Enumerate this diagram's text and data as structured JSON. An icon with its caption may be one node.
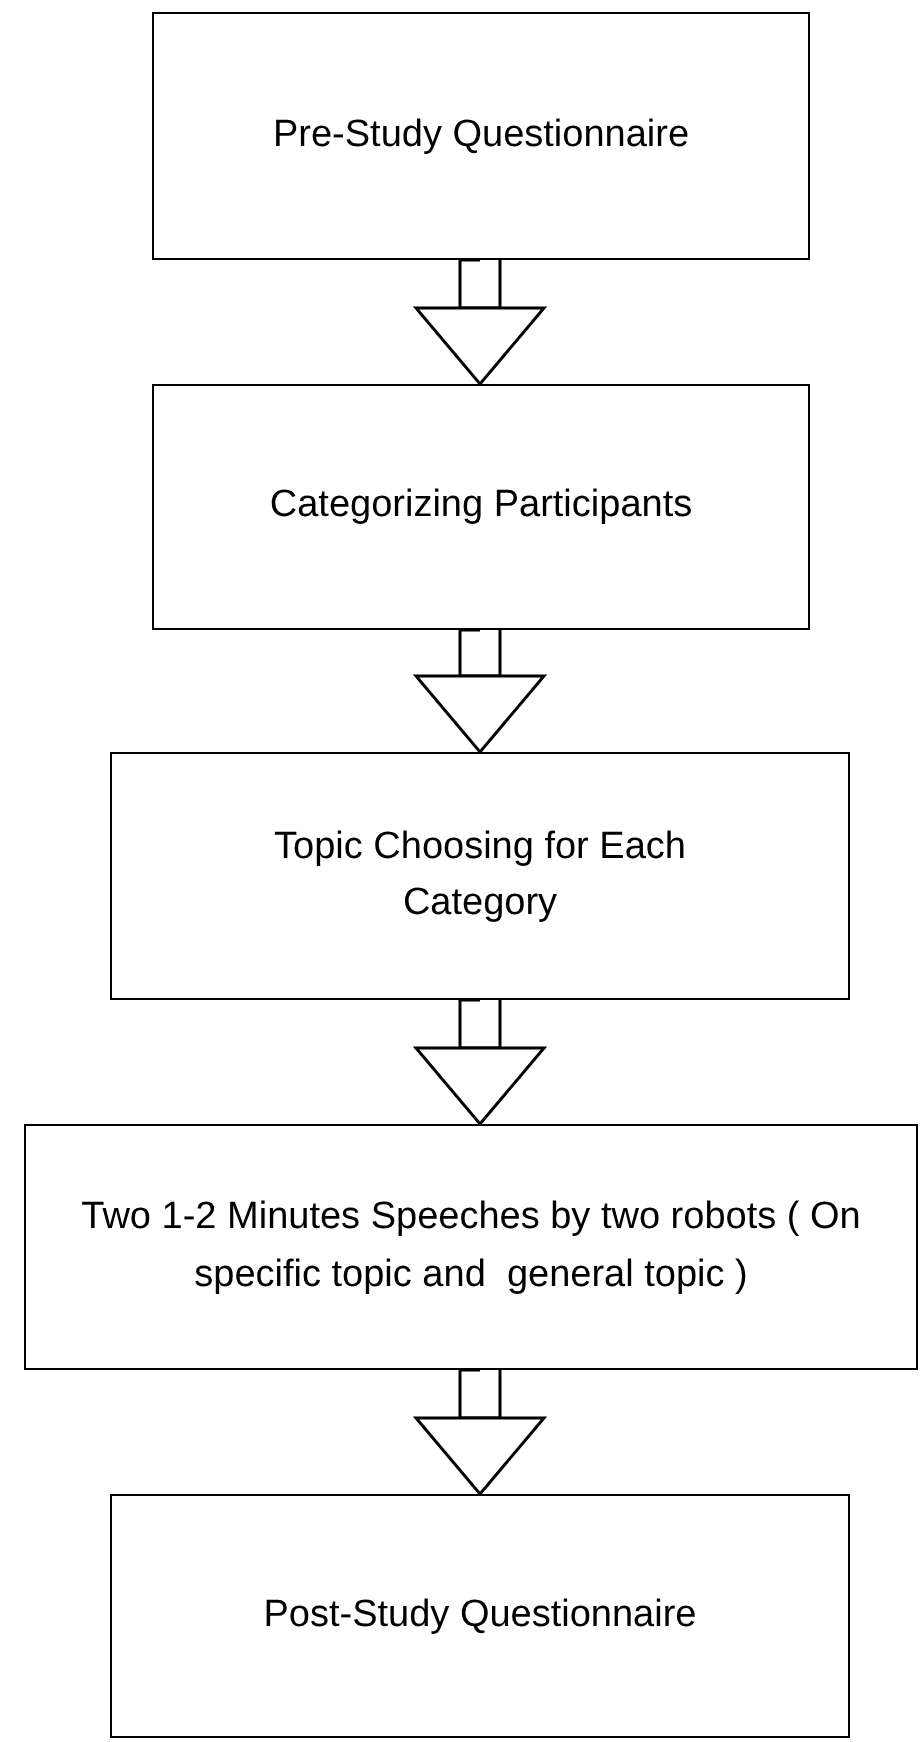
{
  "diagram": {
    "nodes": [
      {
        "text": [
          "Pre-Study Questionnaire"
        ]
      },
      {
        "text": [
          "Categorizing Participants"
        ]
      },
      {
        "text": [
          "Topic Choosing for Each Category"
        ]
      },
      {
        "text": [
          "Two 1-2 Minutes Speeches by two robots ( On specific topic and  general topic )"
        ]
      },
      {
        "text": [
          "Post-Study Questionnaire"
        ]
      }
    ],
    "edges": [
      {
        "from": 0,
        "to": 1,
        "arrow": "to"
      },
      {
        "from": 1,
        "to": 2,
        "arrow": "to"
      },
      {
        "from": 2,
        "to": 3,
        "arrow": "to"
      },
      {
        "from": 3,
        "to": 4,
        "arrow": "to"
      }
    ]
  }
}
